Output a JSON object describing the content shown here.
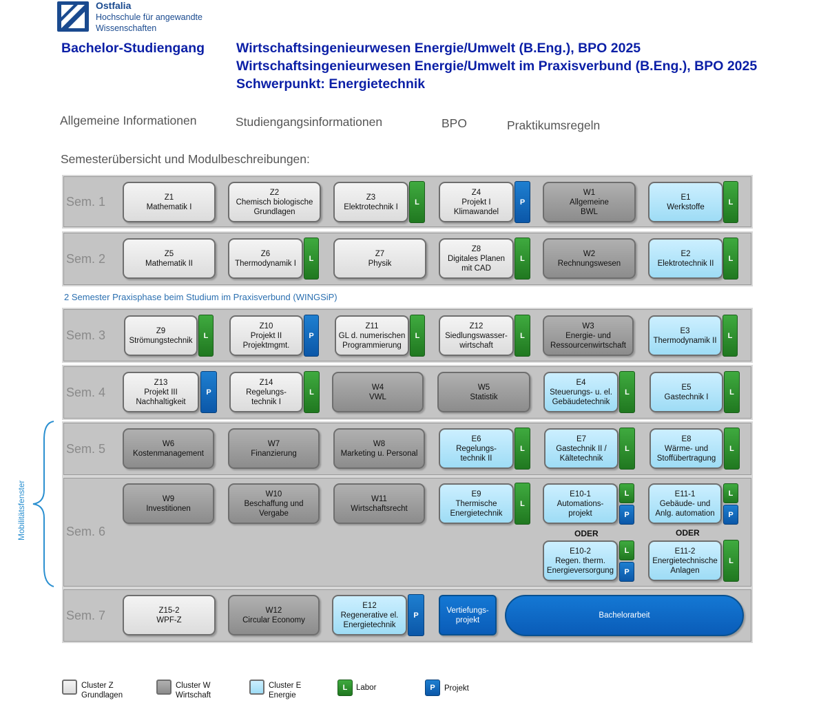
{
  "header": {
    "brand": "Ostfalia",
    "brand_line2": "Hochschule für angewandte",
    "brand_line3": "Wissenschaften",
    "degree_type": "Bachelor-Studiengang",
    "title_line1": "Wirtschaftsingenieurwesen Energie/Umwelt (B.Eng.), BPO 2025",
    "title_line2": "Wirtschaftsingenieurwesen Energie/Umwelt im Praxisverbund (B.Eng.), BPO 2025",
    "title_line3": "Schwerpunkt: Energietechnik"
  },
  "nav": {
    "general": "Allgemeine Informationen",
    "program": "Studiengangsinformationen",
    "bpo": "BPO",
    "internship": "Praktikumsregeln"
  },
  "section_title": "Semesterübersicht und Modulbeschreibungen:",
  "praxis_note": "2 Semester Praxisphase beim Studium im Praxisverbund (WINGSiP)",
  "mobility_label": "Mobilitätsfenster",
  "semesters": {
    "s1": "Sem. 1",
    "s2": "Sem. 2",
    "s3": "Sem. 3",
    "s4": "Sem. 4",
    "s5": "Sem. 5",
    "s6": "Sem. 6",
    "s7": "Sem. 7"
  },
  "tags": {
    "lab": "L",
    "project": "P"
  },
  "oder": "ODER",
  "modules": {
    "z1": {
      "code": "Z1",
      "name": "Mathematik I"
    },
    "z2": {
      "code": "Z2",
      "name1": "Chemisch biologische",
      "name2": "Grundlagen"
    },
    "z3": {
      "code": "Z3",
      "name": "Elektrotechnik I"
    },
    "z4": {
      "code": "Z4",
      "name1": "Projekt I",
      "name2": "Klimawandel"
    },
    "w1": {
      "code": "W1",
      "name1": "Allgemeine",
      "name2": "BWL"
    },
    "e1": {
      "code": "E1",
      "name": "Werkstoffe"
    },
    "z5": {
      "code": "Z5",
      "name": "Mathematik II"
    },
    "z6": {
      "code": "Z6",
      "name": "Thermodynamik I"
    },
    "z7": {
      "code": "Z7",
      "name": "Physik"
    },
    "z8": {
      "code": "Z8",
      "name1": "Digitales Planen",
      "name2": "mit CAD"
    },
    "w2": {
      "code": "W2",
      "name": "Rechnungswesen"
    },
    "e2": {
      "code": "E2",
      "name": "Elektrotechnik II"
    },
    "z9": {
      "code": "Z9",
      "name": "Strömungstechnik"
    },
    "z10": {
      "code": "Z10",
      "name1": "Projekt II",
      "name2": "Projektmgmt."
    },
    "z11": {
      "code": "Z11",
      "name1": "GL d. numerischen",
      "name2": "Programmierung"
    },
    "z12": {
      "code": "Z12",
      "name1": "Siedlungswasser-",
      "name2": "wirtschaft"
    },
    "w3": {
      "code": "W3",
      "name1": "Energie- und",
      "name2": "Ressourcenwirtschaft"
    },
    "e3": {
      "code": "E3",
      "name": "Thermodynamik II"
    },
    "z13": {
      "code": "Z13",
      "name1": "Projekt III",
      "name2": "Nachhaltigkeit"
    },
    "z14": {
      "code": "Z14",
      "name1": "Regelungs-",
      "name2": "technik I"
    },
    "w4": {
      "code": "W4",
      "name": "VWL"
    },
    "w5": {
      "code": "W5",
      "name": "Statistik"
    },
    "e4": {
      "code": "E4",
      "name1": "Steuerungs- u. el.",
      "name2": "Gebäudetechnik"
    },
    "e5": {
      "code": "E5",
      "name": "Gastechnik I"
    },
    "w6": {
      "code": "W6",
      "name": "Kostenmanagement"
    },
    "w7": {
      "code": "W7",
      "name": "Finanzierung"
    },
    "w8": {
      "code": "W8",
      "name": "Marketing u. Personal"
    },
    "e6": {
      "code": "E6",
      "name1": "Regelungs-",
      "name2": "technik II"
    },
    "e7": {
      "code": "E7",
      "name1": "Gastechnik II /",
      "name2": "Kältetechnik"
    },
    "e8": {
      "code": "E8",
      "name1": "Wärme- und",
      "name2": "Stoffübertragung"
    },
    "w9": {
      "code": "W9",
      "name": "Investitionen"
    },
    "w10": {
      "code": "W10",
      "name1": "Beschaffung und",
      "name2": "Vergabe"
    },
    "w11": {
      "code": "W11",
      "name": "Wirtschaftsrecht"
    },
    "e9": {
      "code": "E9",
      "name1": "Thermische",
      "name2": "Energietechnik"
    },
    "e10_1": {
      "code": "E10-1",
      "name1": "Automations-",
      "name2": "projekt"
    },
    "e11_1": {
      "code": "E11-1",
      "name1": "Gebäude- und",
      "name2": "Anlg. automation"
    },
    "e10_2": {
      "code": "E10-2",
      "name1": "Regen. therm.",
      "name2": "Energieversorgung"
    },
    "e11_2": {
      "code": "E11-2",
      "name1": "Energietechnische",
      "name2": "Anlagen"
    },
    "z15_2": {
      "code": "Z15-2",
      "name": "WPF-Z"
    },
    "w12": {
      "code": "W12",
      "name": "Circular Economy"
    },
    "e12": {
      "code": "E12",
      "name1": "Regenerative el.",
      "name2": "Energietechnik"
    },
    "vp": {
      "name1": "Vertiefungs-",
      "name2": "projekt"
    },
    "ba": {
      "name": "Bachelorarbeit"
    }
  },
  "legend": {
    "z1": "Cluster Z",
    "z2": "Grundlagen",
    "w1": "Cluster W",
    "w2": "Wirtschaft",
    "e1": "Cluster E",
    "e2": "Energie",
    "lab": "Labor",
    "project": "Projekt"
  },
  "colors": {
    "cluster_z": "#e8e8e8",
    "cluster_w": "#a0a0a0",
    "cluster_e": "#b8e6fa",
    "lab": "#2e8f2e",
    "project": "#0d66c0",
    "title": "#0b1fa6"
  }
}
